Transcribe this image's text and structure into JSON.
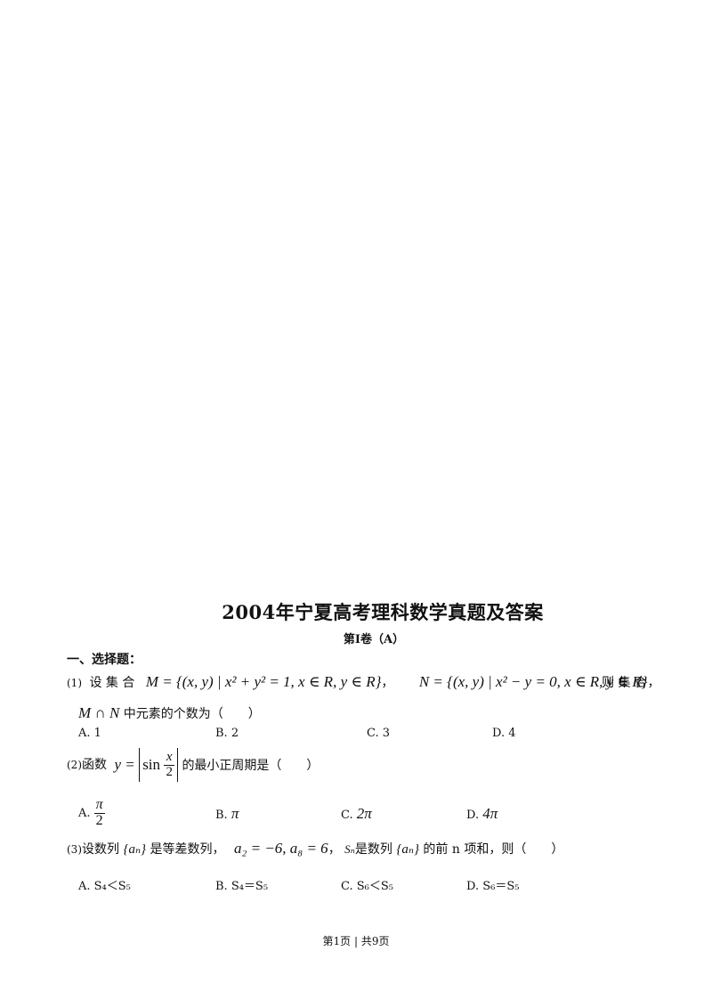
{
  "doc": {
    "title": "2004年宁夏高考理科数学真题及答案",
    "subtitle": "第Ⅰ卷（A）",
    "section": "一、选择题："
  },
  "q1": {
    "num": "(1)",
    "lead": "设 集 合",
    "set_m": "M = {(x, y) | x² + y² = 1, x ∈ R, y ∈ R}",
    "sep": "，",
    "set_n": "N = {(x, y) | x² − y = 0, x ∈ R, y ∈ R}",
    "sep2": "，",
    "tail": "则 集 合",
    "line2_math": "M ∩ N",
    "line2_text": "中元素的个数为（　　）",
    "options": [
      "A. 1",
      "B. 2",
      "C. 3",
      "D. 4"
    ]
  },
  "q2": {
    "num": "(2)",
    "lead": "函数",
    "func_y": "y =",
    "func_sin": "sin",
    "func_num": "x",
    "func_den": "2",
    "tail": "的最小正周期是（　　）",
    "options": {
      "a_label": "A.",
      "a_num": "π",
      "a_den": "2",
      "b_label": "B.",
      "b_val": "π",
      "c_label": "C.",
      "c_val": "2π",
      "d_label": "D.",
      "d_val": "4π"
    }
  },
  "q3": {
    "num": "(3)",
    "lead": "设数列",
    "seq": "{aₙ}",
    "mid": "是等差数列，",
    "cond": "a₂ = −6,  a₈ = 6",
    "sep": "，",
    "sn": "Sₙ",
    "mid2": "是数列",
    "seq2": "{aₙ}",
    "tail": "的前 n 项和，则（　　）",
    "options": [
      "A. S₄＜S₅",
      "B. S₄＝S₅",
      "C. S₆＜S₅",
      "D. S₆＝S₅"
    ]
  },
  "footer": "第1页 | 共9页"
}
